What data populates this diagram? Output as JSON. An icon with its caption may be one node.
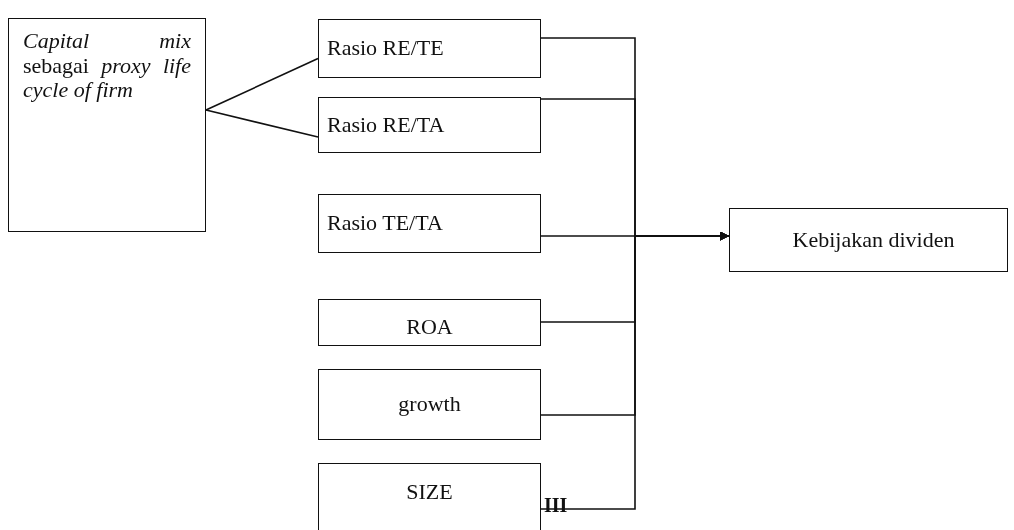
{
  "diagram": {
    "nodes": [
      {
        "text": [
          "*Capital mix* sebagai *proxy life cycle of firm*"
        ]
      },
      {
        "text": [
          "Rasio RE/TE"
        ]
      },
      {
        "text": [
          "Rasio RE/TA"
        ]
      },
      {
        "text": [
          "Rasio TE/TA"
        ]
      },
      {
        "text": [
          "ROA"
        ]
      },
      {
        "text": [
          "growth"
        ]
      },
      {
        "text": [
          "SIZE"
        ]
      },
      {
        "text": [
          "Kebijakan dividen"
        ]
      }
    ],
    "edges": [
      {
        "from": 0,
        "to": 1,
        "arrow": "none"
      },
      {
        "from": 0,
        "to": 2,
        "arrow": "none"
      },
      {
        "from": 1,
        "to": 7,
        "arrow": "to"
      },
      {
        "from": 2,
        "to": 7,
        "arrow": "to"
      },
      {
        "from": 3,
        "to": 7,
        "arrow": "to"
      },
      {
        "from": 4,
        "to": 7,
        "arrow": "to"
      },
      {
        "from": 5,
        "to": 7,
        "arrow": "to"
      },
      {
        "from": 6,
        "to": 7,
        "arrow": "to"
      }
    ],
    "labels": [
      "III"
    ]
  }
}
